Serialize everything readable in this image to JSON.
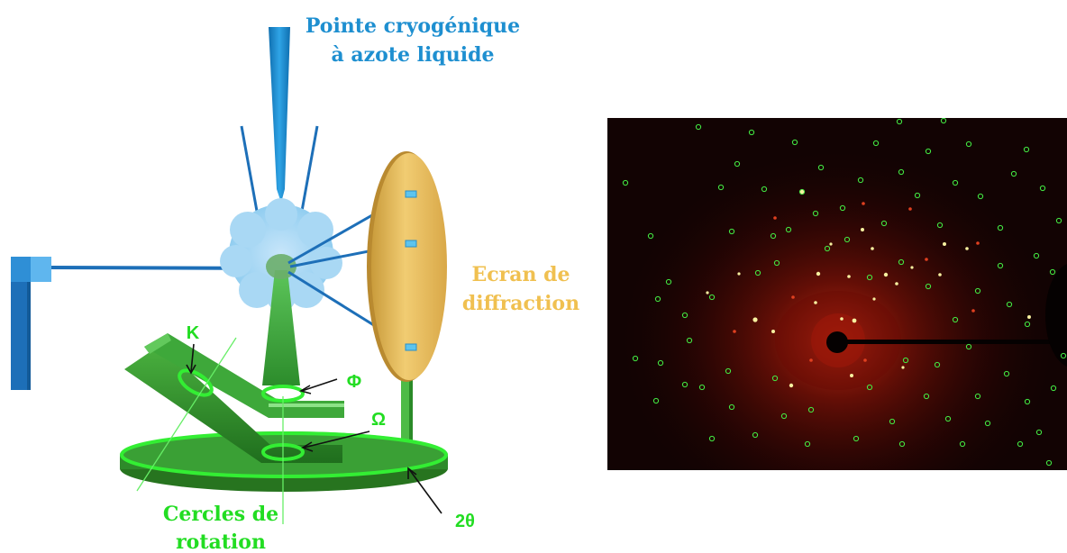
{
  "labels": {
    "cryo_line1": "Pointe cryogénique",
    "cryo_line2": "à azote liquide",
    "screen_line1": "Ecran de",
    "screen_line2": "diffraction",
    "kappa": "K",
    "phi": "Φ",
    "omega": "Ω",
    "two_theta": "2θ",
    "circles_line1": "Cercles de",
    "circles_line2": "rotation"
  },
  "colors": {
    "cryo_blue": "#1e8fd0",
    "beam_blue": "#1d6fb8",
    "crystal_cloud": "#9dd0f0",
    "crystal_core": "#6cae6a",
    "screen_gold": "#e3b752",
    "screen_label": "#f0c050",
    "goniometer_green": "#2f8a2c",
    "ring_green": "#33ee33",
    "label_green": "#22dd22",
    "pattern_bg": "#120303",
    "reflection_marker": "#44ee44",
    "bright_spot": "#f7f1a0"
  }
}
